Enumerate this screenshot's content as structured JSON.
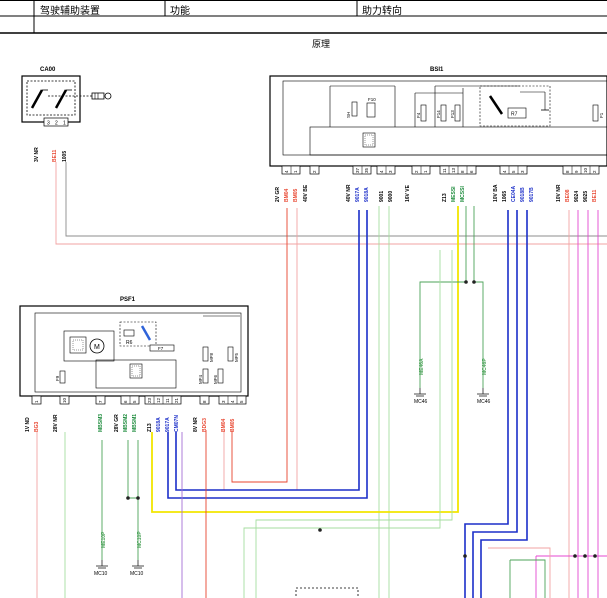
{
  "header": {
    "system": "驾驶辅助装置",
    "function_label": "功能",
    "function_value": "助力转向",
    "section": "原理"
  },
  "modules": {
    "ca00": {
      "name": "CA00",
      "pins": [
        "3",
        "2",
        "1"
      ],
      "wires": [
        "3V NR",
        "BE11",
        "1005"
      ]
    },
    "bsi1": {
      "name": "BSI1",
      "internal": [
        "SH",
        "F10",
        "F4",
        "F14",
        "F13",
        "R7",
        "F1"
      ],
      "connectors": [
        {
          "conn": "2V GR",
          "pins": [
            "4",
            "1"
          ],
          "wires": [
            "BM04",
            "BM05"
          ]
        },
        {
          "conn": "40V BE",
          "pins": [
            "2"
          ],
          "wires": []
        },
        {
          "conn": "40V NR",
          "pins": [
            "37",
            "35"
          ],
          "wires": [
            "9017A",
            "9018A"
          ]
        },
        {
          "conn": "",
          "pins": [
            "4",
            "3"
          ],
          "wires": [
            "9001",
            "9000"
          ]
        },
        {
          "conn": "16V VE",
          "pins": [
            "2",
            "1"
          ],
          "wires": []
        },
        {
          "conn": "",
          "pins": [
            "11",
            "13",
            "8",
            "6"
          ],
          "wires": [
            "Z13",
            "MESSI",
            "MCSSI"
          ]
        },
        {
          "conn": "10V BA",
          "pins": [
            "4",
            "5",
            "3"
          ],
          "wires": [
            "1065",
            "CE04A",
            "9018B",
            "9017B"
          ]
        },
        {
          "conn": "10V NR",
          "pins": [
            "8",
            "9",
            "10",
            "2"
          ],
          "wires": [
            "BE08",
            "9024",
            "9025",
            "BE11"
          ]
        }
      ]
    },
    "psf1": {
      "name": "PSF1",
      "internal": [
        "R6",
        "F7",
        "F9",
        "MF8",
        "MF4",
        "MF6",
        "MF5"
      ],
      "connectors": [
        {
          "conn": "1V ND",
          "pins": [
            "1"
          ],
          "wires": [
            "BG3"
          ]
        },
        {
          "conn": "28V NR",
          "pins": [
            "10"
          ],
          "wires": []
        },
        {
          "conn": "",
          "pins": [
            "7"
          ],
          "wires": [
            "MBSM3"
          ]
        },
        {
          "conn": "28V GR",
          "pins": [
            "6",
            "5"
          ],
          "wires": [
            "MBSM2",
            "MBSM1"
          ]
        },
        {
          "conn": "",
          "pins": [
            "23",
            "12",
            "11",
            "21"
          ],
          "wires": [
            "Z13",
            "9018A",
            "9017A",
            "CM07N"
          ]
        },
        {
          "conn": "8V NR",
          "pins": [
            "8"
          ],
          "wires": [
            "BDG3"
          ]
        },
        {
          "conn": "",
          "pins": [
            "3",
            "4",
            "5"
          ],
          "wires": [
            "BM04",
            "BM05"
          ]
        }
      ]
    }
  },
  "grounds": [
    {
      "wire": "ME46A",
      "label": "MC46"
    },
    {
      "wire": "MC46P",
      "label": "MC46"
    },
    {
      "wire": "ME10P",
      "label": "MC10"
    },
    {
      "wire": "MC10P",
      "label": "MC10"
    }
  ],
  "colors": {
    "red": "#e8442e",
    "pink": "#f2a3a3",
    "blue": "#1c2fc9",
    "yellow": "#f2e600",
    "green": "#4da35a",
    "light_green": "#a6dd9f",
    "purple": "#a56fd6",
    "magenta": "#e447d2",
    "grey": "#8c8c8c",
    "black": "#222222"
  }
}
